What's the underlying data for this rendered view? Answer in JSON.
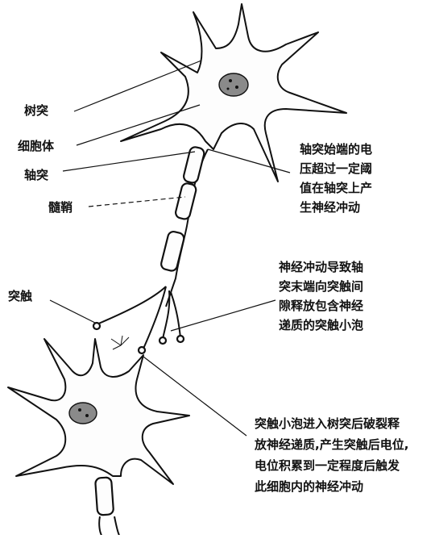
{
  "diagram": {
    "labels_left": {
      "dendrite": "树突",
      "cell_body": "细胞体",
      "axon": "轴突",
      "myelin": "髓鞘",
      "synapse": "突触"
    },
    "notes_right": {
      "axon_hillock": [
        "轴突始端的电",
        "压超过一定阈",
        "值在轴突上产",
        "生神经冲动"
      ],
      "terminal": [
        "神经冲动导致轴",
        "突末端向突触间",
        "隙释放包含神经",
        "递质的突触小泡"
      ],
      "postsynaptic": [
        "突触小泡进入树突后破裂释",
        "放神经递质,产生突触后电位,",
        "电位积累到一定程度后触发",
        "此细胞内的神经冲动"
      ]
    }
  }
}
